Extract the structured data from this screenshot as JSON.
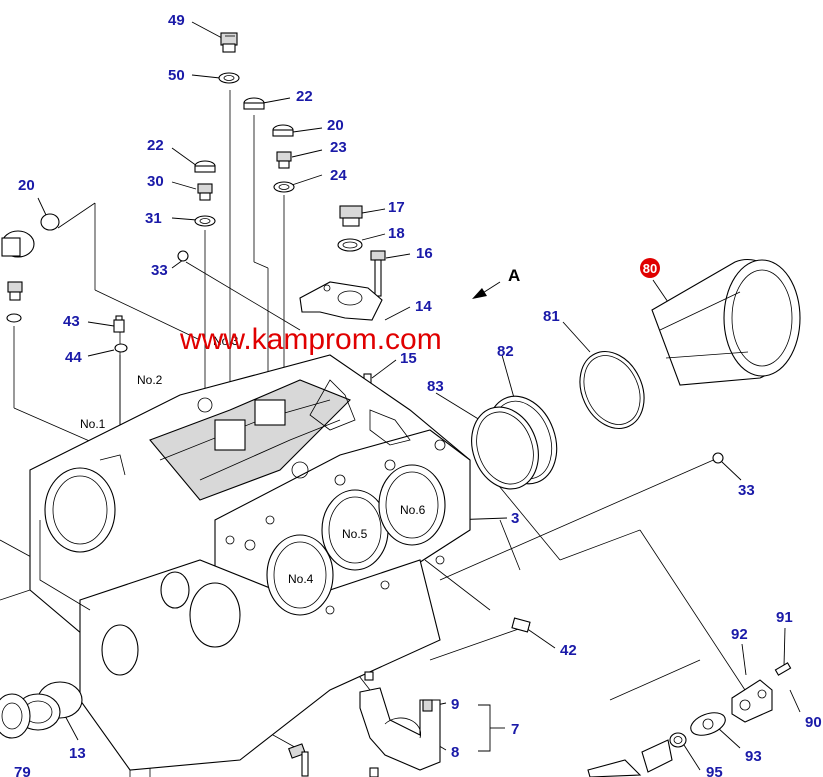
{
  "watermark": "www.kamprom.com",
  "view_arrow_label": "A",
  "highlight_color": "#e00000",
  "callout_color": "#1a1aa8",
  "highlight_badge": "80",
  "callouts": {
    "c49": "49",
    "c50": "50",
    "c22a": "22",
    "c20a": "20",
    "c22b": "22",
    "c23": "23",
    "c30": "30",
    "c24": "24",
    "c20b": "20",
    "c31": "31",
    "c17": "17",
    "c18": "18",
    "c16": "16",
    "c33a": "33",
    "c14": "14",
    "c43": "43",
    "c81": "81",
    "c44": "44",
    "c15": "15",
    "c82": "82",
    "c83": "83",
    "c33b": "33",
    "c3": "3",
    "c42": "42",
    "c91": "91",
    "c92": "92",
    "c9": "9",
    "c7": "7",
    "c8": "8",
    "c13": "13",
    "c93": "93",
    "c90": "90",
    "c95": "95",
    "c79": "79"
  },
  "cylinder_labels": {
    "no1": "No.1",
    "no2": "No.2",
    "no3": "No.3",
    "no4": "No.4",
    "no5": "No.5",
    "no6": "No.6"
  }
}
